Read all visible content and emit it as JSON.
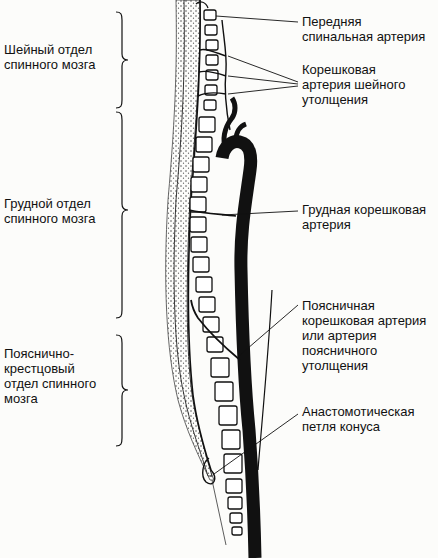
{
  "diagram": {
    "labels": [
      "Шейный отдел спинного мозга",
      "Грудной отдел спинного мозга",
      "Пояснично-крестцовый отдел спинного мозга",
      "Передняя спинальная артерия",
      "Корешковая артерия шейного утолщения",
      "Грудная корешковая артерия",
      "Поясничная корешковая артерия или артерия поясничного утолщения",
      "Анастомотическая петля конуса"
    ]
  }
}
